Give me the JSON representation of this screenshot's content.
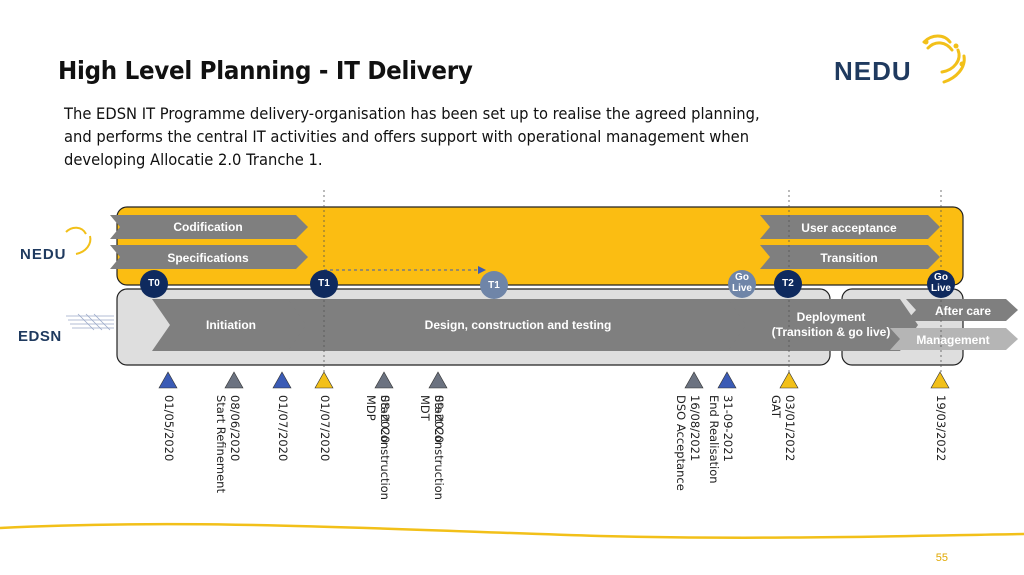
{
  "header": {
    "title": "High Level Planning - IT Delivery",
    "intro": "The EDSN IT Programme delivery-organisation has been set up to realise the agreed planning, and performs the central IT activities and offers support with operational management when developing Allocatie 2.0 Tranche 1.",
    "logo_text": "NEDU"
  },
  "lanes": {
    "nedu_label": "NEDU",
    "edsn_label": "EDSN"
  },
  "nedu_bars": {
    "codification": "Codification",
    "specifications": "Specifications",
    "user_acceptance": "User acceptance",
    "transition": "Transition"
  },
  "edsn_bars": {
    "initiation": "Initiation",
    "design": "Design, construction and testing",
    "deployment_line1": "Deployment",
    "deployment_line2": "(Transition & go live)",
    "after_care": "After care",
    "management": "Management"
  },
  "milestones_circles": {
    "t0": "T0",
    "t1": "T1",
    "t1_faded": "T1",
    "go_live_1": "Go Live",
    "t2": "T2",
    "go_live_2": "Go Live"
  },
  "timeline": [
    {
      "label": "01/05/2020",
      "sub": "",
      "color": "#3b5bb5"
    },
    {
      "label": "08/06/2020",
      "sub": "Start Refinement",
      "color": "#6b7280"
    },
    {
      "label": "01/07/2020",
      "sub": "",
      "color": "#3b5bb5"
    },
    {
      "label": "01/07/2020",
      "sub": "",
      "color": "#f2c019"
    },
    {
      "label": "08-2020",
      "sub": "Start Construction MDP",
      "color": "#6b7280"
    },
    {
      "label": "09-2020",
      "sub": "Start Construction MDT",
      "color": "#6b7280"
    },
    {
      "label": "16/08/2021",
      "sub": "DSO Acceptance",
      "color": "#6b7280"
    },
    {
      "label": "31-09-2021",
      "sub": "End Realisation",
      "color": "#3b5bb5"
    },
    {
      "label": "03/01/2022",
      "sub": "GAT",
      "color": "#f2c019"
    },
    {
      "label": "19/03/2022",
      "sub": "",
      "color": "#f2c019"
    }
  ],
  "footer": {
    "page_number": "55"
  },
  "colors": {
    "nedu_yellow": "#fbbd12",
    "edsn_grey": "#dedede",
    "bar_grey": "#7f7f7f",
    "navy": "#0f2a5e"
  }
}
